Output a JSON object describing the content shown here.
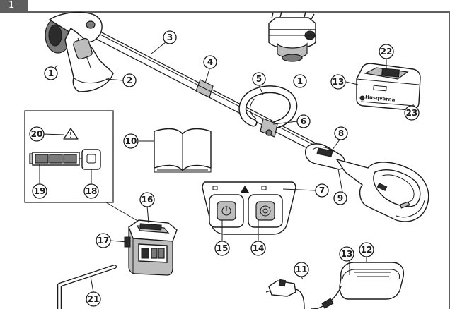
{
  "figure": {
    "tab_label": "1",
    "brand_text": "Husqvarna",
    "callouts": [
      {
        "id": "c1a",
        "label": "1"
      },
      {
        "id": "c1b",
        "label": "1"
      },
      {
        "id": "c2",
        "label": "2"
      },
      {
        "id": "c3",
        "label": "3"
      },
      {
        "id": "c4",
        "label": "4"
      },
      {
        "id": "c5",
        "label": "5"
      },
      {
        "id": "c6",
        "label": "6"
      },
      {
        "id": "c7",
        "label": "7"
      },
      {
        "id": "c8",
        "label": "8"
      },
      {
        "id": "c9",
        "label": "9"
      },
      {
        "id": "c10",
        "label": "10"
      },
      {
        "id": "c11",
        "label": "11"
      },
      {
        "id": "c12",
        "label": "12"
      },
      {
        "id": "c13a",
        "label": "13"
      },
      {
        "id": "c13b",
        "label": "13"
      },
      {
        "id": "c14",
        "label": "14"
      },
      {
        "id": "c15",
        "label": "15"
      },
      {
        "id": "c16",
        "label": "16"
      },
      {
        "id": "c17",
        "label": "17"
      },
      {
        "id": "c18",
        "label": "18"
      },
      {
        "id": "c19",
        "label": "19"
      },
      {
        "id": "c20",
        "label": "20"
      },
      {
        "id": "c21",
        "label": "21"
      },
      {
        "id": "c22",
        "label": "22"
      },
      {
        "id": "c23",
        "label": "23"
      }
    ]
  }
}
